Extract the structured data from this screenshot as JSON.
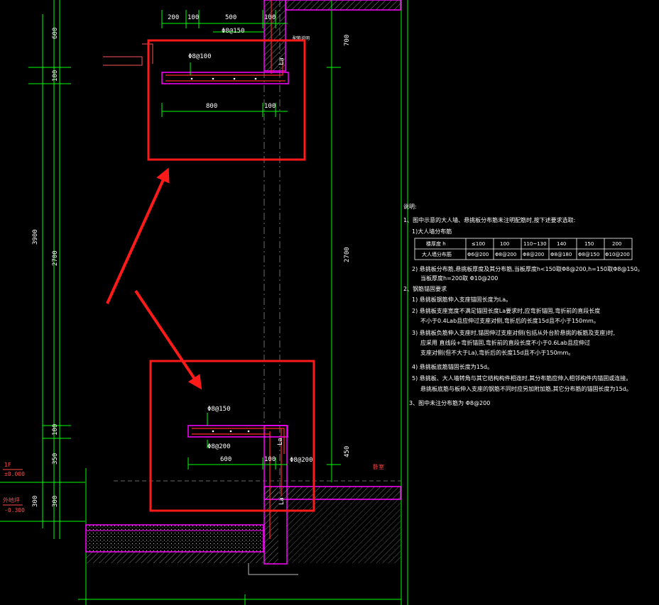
{
  "dims_top": {
    "top_200": "200",
    "top_100": "100",
    "top_500": "500",
    "top_100b": "100",
    "bar_top": "Φ8@150",
    "bar_slab": "Φ8@100",
    "bot_800": "800",
    "bot_100": "100",
    "la": "La",
    "side_note": "配筋说明"
  },
  "dims_bottom": {
    "bar_top": "Φ8@150",
    "bar_bot": "Φ8@200",
    "w_600": "600",
    "w_100": "100",
    "bar_wall": "Φ8@200",
    "la1": "La",
    "la2": "La",
    "room": "卧室"
  },
  "vertical_dims": {
    "v600": "600",
    "v100a": "100",
    "v3900": "3900",
    "v2700": "2700",
    "v100b": "100",
    "v350": "350",
    "v300a": "300",
    "v300b": "300",
    "r700": "700",
    "r2700": "2700",
    "r450": "450"
  },
  "levels": {
    "f1_label": "1F",
    "f1_value": "±0.000",
    "out_label": "外地坪",
    "out_value": "-0.300"
  },
  "notes": {
    "title": "说明:",
    "n1": "1、图中示意的大人墙、悬挑板分布筋未注明配筋时,按下述要求选取:",
    "n1_1": "1)大人墙分布筋",
    "table": {
      "header": [
        "楼厚度 h",
        "≤100",
        "100",
        "110~130",
        "140",
        "150",
        "200"
      ],
      "row": [
        "大人墙分布筋",
        "Φ6@200",
        "Φ8@200",
        "Φ8@200",
        "Φ8@180",
        "Φ8@150",
        "Φ10@200"
      ]
    },
    "n1_2": "2) 悬挑板分布筋,悬挑板厚度及其分布筋,当板厚度h<150取Φ8@200,h=150取Φ8@150。",
    "n1_2b": "当板厚度h=200取  Φ10@200",
    "n2": "2、钢筋锚固要求",
    "n2_1": "1) 悬挑板钢筋伸入支座锚固长度为La。",
    "n2_2": "2) 悬挑板支座宽度不满足锚固长度La要求时,应弯折锚固,弯折前的直段长度",
    "n2_2b": "不小于0.4Lab且应伸过支座对侧,弯折后的长度15d且不小于150mm。",
    "n2_3": "3) 悬挑板负筋伸入支座时,锚固伸过支座对侧(包括从外台阶悬挑的板筋及支座)时,",
    "n2_3b": "应采用 直线段+弯折锚固,弯折前的直段长度不小于0.6Lab且应伸过",
    "n2_3c": "支座对侧(但不大于La),弯折后的长度15d且不小于150mm。",
    "n2_4": "4) 悬挑板底筋锚固长度为15d。",
    "n2_5": "5) 悬挑板、大人墙转角与其它结构构件相连时,其分布筋应伸入相邻构件内锚固或连接。",
    "n2_5b": "悬挑板底筋与板伸入支座的钢筋不同时应另加附加筋,其它分布筋的锚固长度为15d。",
    "n3": "3、图中未注分布筋为    Φ8@200"
  },
  "colors": {
    "background": "#000000",
    "concrete": "#ff00ff",
    "dimension": "#00ff00",
    "annotation": "#ff1a1a",
    "text": "#ffffff"
  }
}
